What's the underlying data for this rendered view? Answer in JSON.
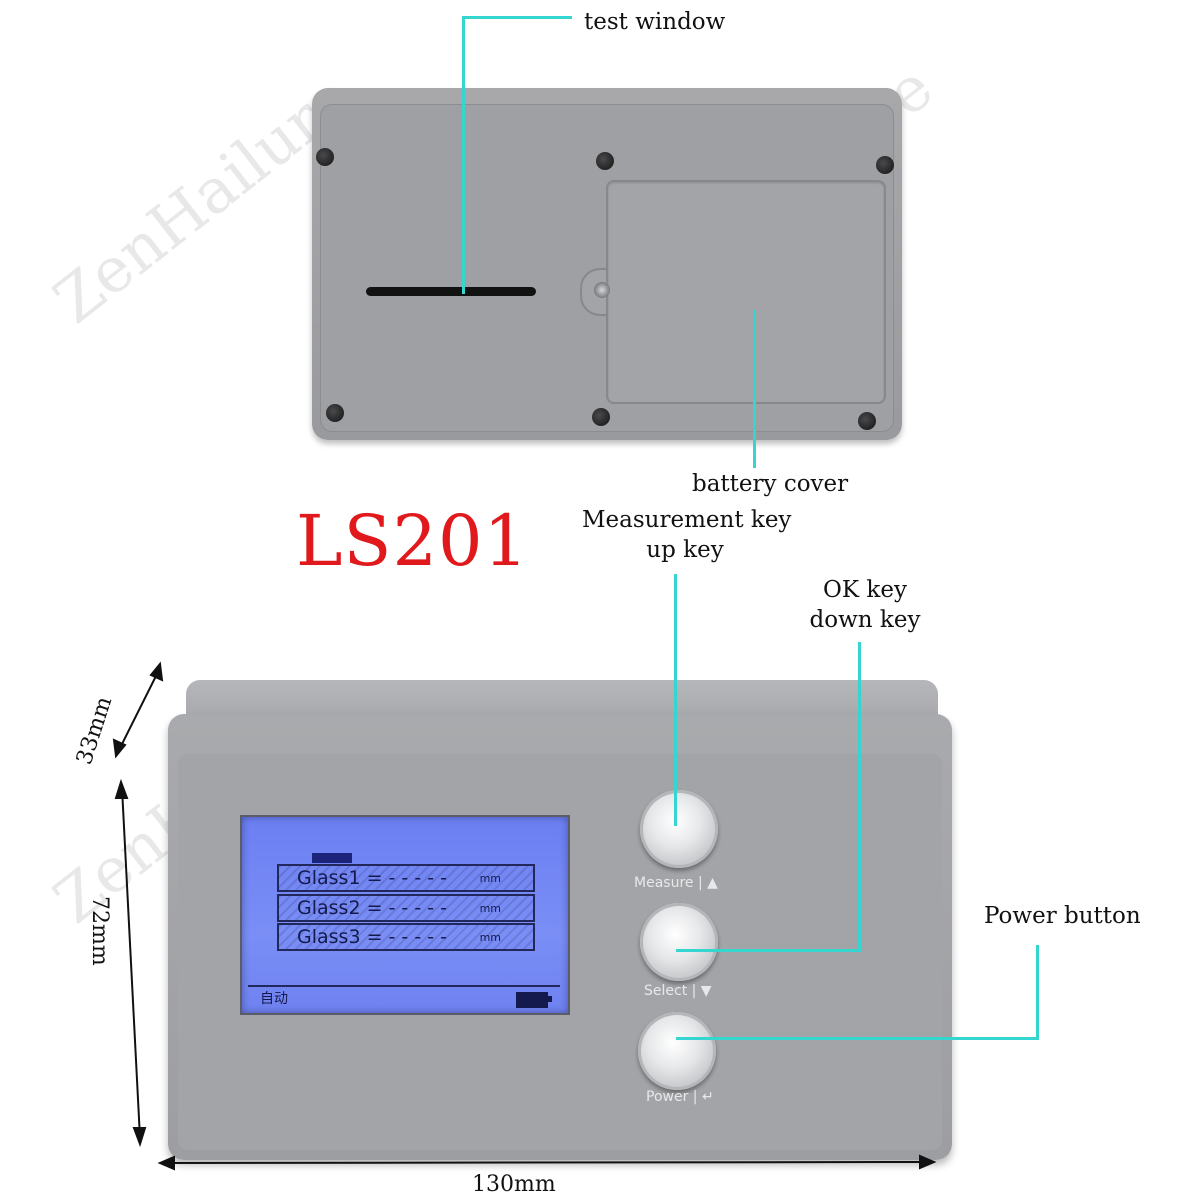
{
  "brand_watermark": "ZenHailure",
  "model": "LS201",
  "labels": {
    "test_window": "test window",
    "battery_cover": "battery cover",
    "measurement_key": "Measurement key",
    "up_key": "up key",
    "ok_key": "OK key",
    "down_key": "down key",
    "power_button": "Power button"
  },
  "dimensions": {
    "depth": "33mm",
    "height": "72mm",
    "width": "130mm"
  },
  "lcd": {
    "rows": [
      {
        "text": "Glass1 =  - - - - -",
        "unit": "mm"
      },
      {
        "text": "Glass2 =  - - - - -",
        "unit": "mm"
      },
      {
        "text": "Glass3 =  - - - - -",
        "unit": "mm"
      }
    ],
    "mode": "自动"
  },
  "buttons": {
    "measure": "Measure | ▲",
    "select": "Select  | ▼",
    "power": "Power  | ↵"
  },
  "colors": {
    "model_red": "#e0191c",
    "callout_cyan": "#35d6d0",
    "lcd_blue": "#7a8ef6",
    "device_grey": "#a3a4a7"
  }
}
